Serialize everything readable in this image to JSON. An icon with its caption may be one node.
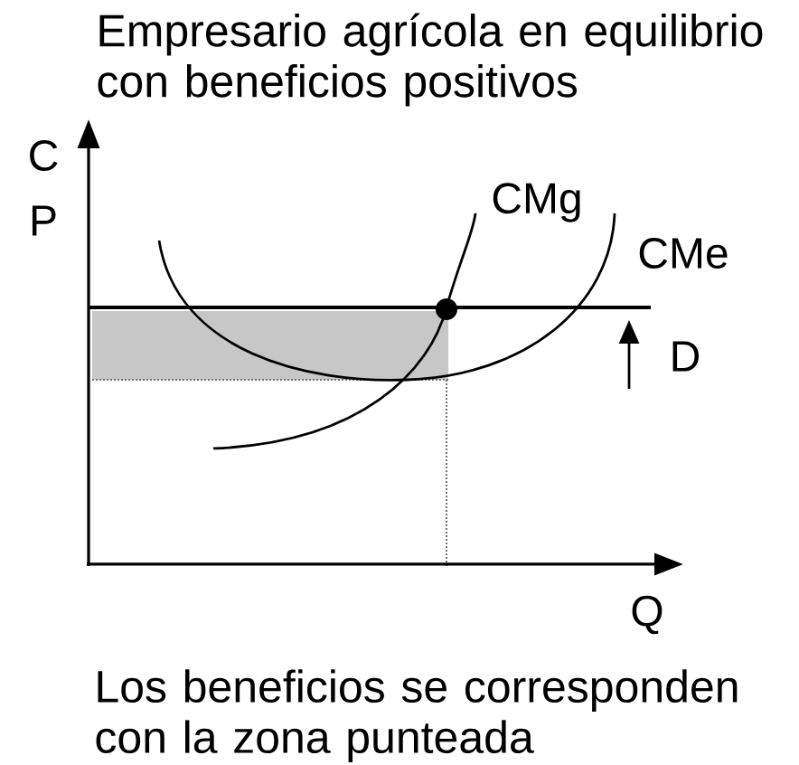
{
  "diagram": {
    "title": "Empresario agrícola en equilibrio con beneficios positivos",
    "caption": "Los beneficios se corresponden con la zona punteada",
    "labels": [
      "C",
      "P",
      "CMg",
      "CMe",
      "D",
      "Q"
    ]
  }
}
